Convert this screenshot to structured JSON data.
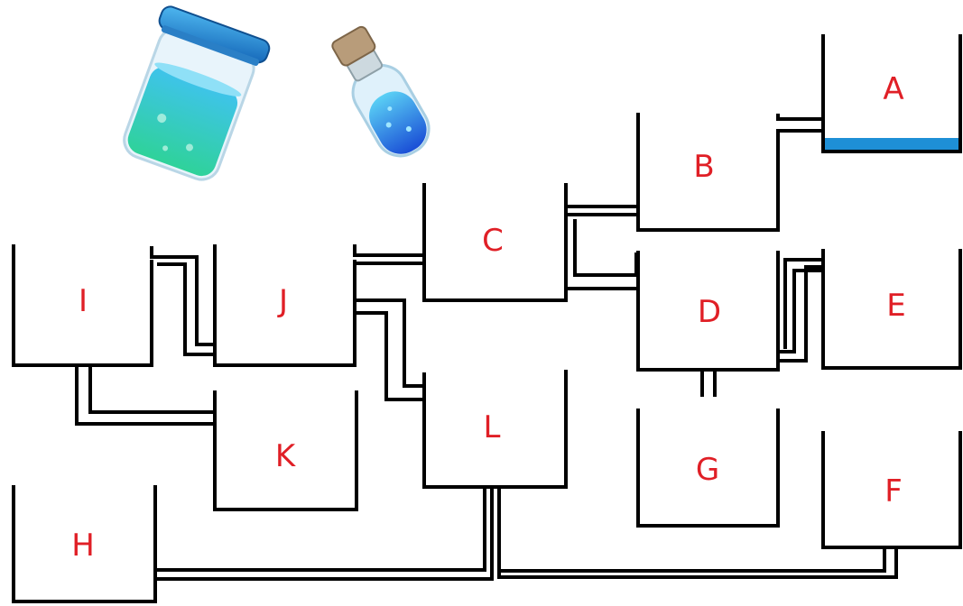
{
  "puzzle": {
    "accent_water": "#1e8fd6",
    "label_color": "#e01f26",
    "containers": [
      {
        "id": "A",
        "label": "A",
        "filled": true
      },
      {
        "id": "B",
        "label": "B",
        "filled": false
      },
      {
        "id": "C",
        "label": "C",
        "filled": false
      },
      {
        "id": "D",
        "label": "D",
        "filled": false
      },
      {
        "id": "E",
        "label": "E",
        "filled": false
      },
      {
        "id": "F",
        "label": "F",
        "filled": false
      },
      {
        "id": "G",
        "label": "G",
        "filled": false
      },
      {
        "id": "H",
        "label": "H",
        "filled": false
      },
      {
        "id": "I",
        "label": "I",
        "filled": false
      },
      {
        "id": "J",
        "label": "J",
        "filled": false
      },
      {
        "id": "K",
        "label": "K",
        "filled": false
      },
      {
        "id": "L",
        "label": "L",
        "filled": false
      }
    ],
    "icons": [
      "large-potion-jar-icon",
      "small-potion-bottle-icon"
    ]
  }
}
